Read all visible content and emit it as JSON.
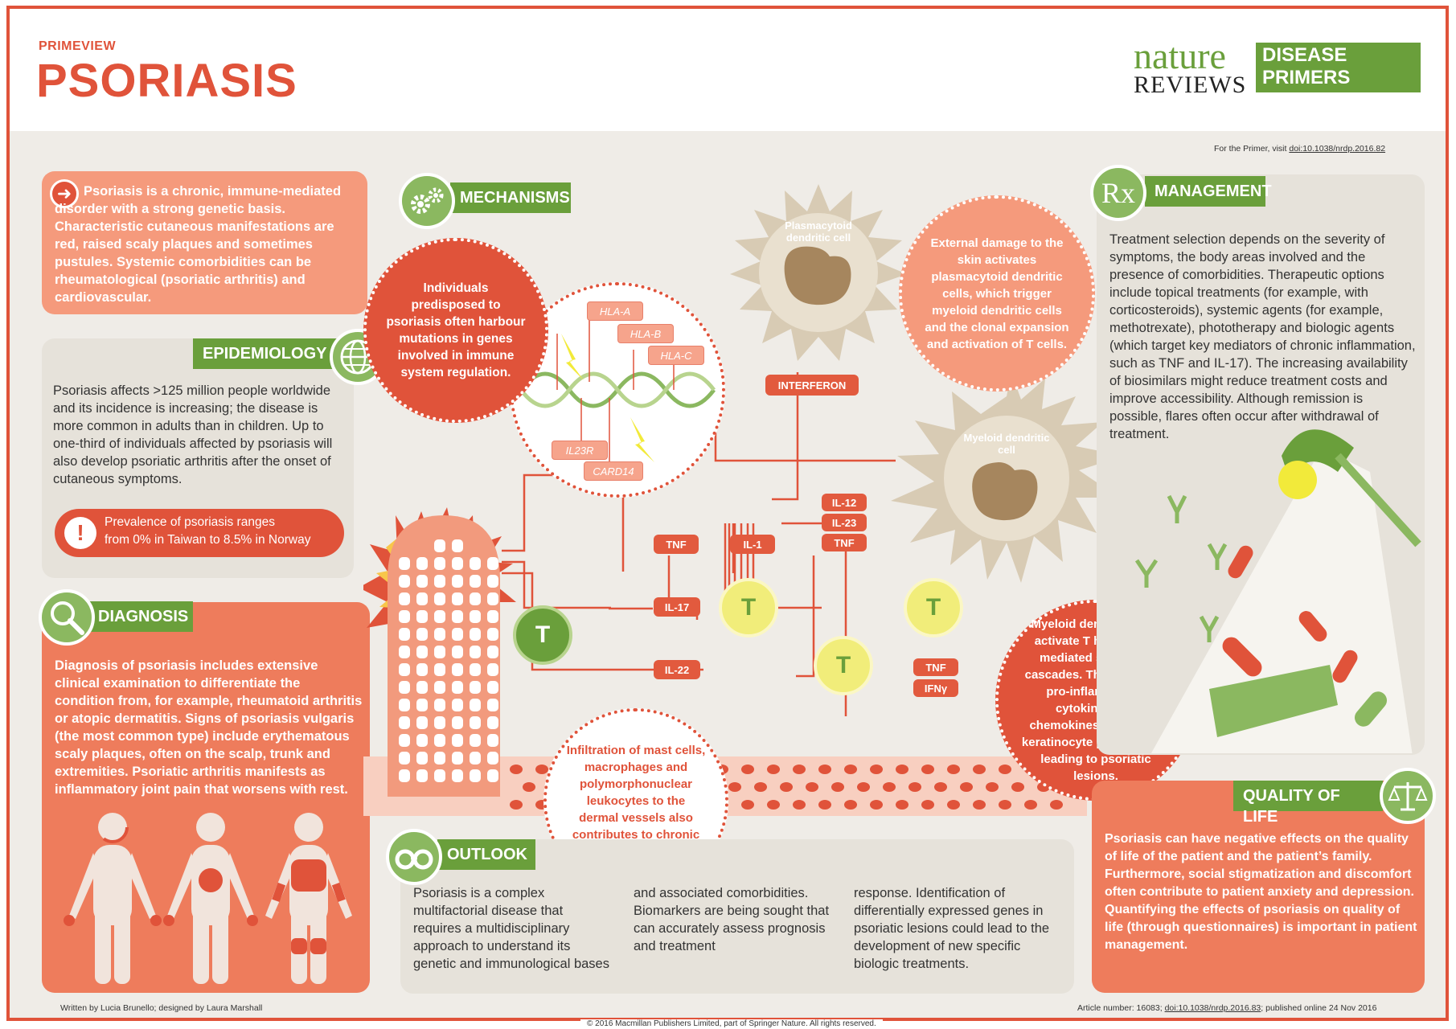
{
  "header": {
    "eyebrow": "PRIMEVIEW",
    "title": "PSORIASIS",
    "brand_nature": "nature",
    "brand_reviews": "REVIEWS",
    "brand_series_line1": "DISEASE",
    "brand_series_line2": "PRIMERS",
    "primer_prefix": "For the Primer, visit ",
    "primer_doi": "doi:10.1038/nrdp.2016.82"
  },
  "intro": {
    "text": "Psoriasis is a chronic, immune-mediated disorder with a strong genetic basis. Characteristic cutaneous manifestations are red, raised scaly plaques and sometimes pustules. Systemic comorbidities can be rheumatological (psoriatic arthritis) and cardiovascular."
  },
  "epidemiology": {
    "label": "EPIDEMIOLOGY",
    "text": "Psoriasis affects >125 million people worldwide and its incidence is increasing; the disease is more common in adults than in children. Up to one-third of individuals affected by psoriasis will also develop psoriatic arthritis after the onset of cutaneous symptoms.",
    "alert_line1": "Prevalence of psoriasis ranges",
    "alert_line2": "from 0% in Taiwan to 8.5% in Norway"
  },
  "diagnosis": {
    "label": "DIAGNOSIS",
    "text": "Diagnosis of psoriasis includes extensive clinical examination to differentiate the condition from, for example, rheumatoid arthritis or atopic dermatitis. Signs of psoriasis vulgaris (the most common type) include erythematous scaly plaques, often on the scalp, trunk and extremities. Psoriatic arthritis manifests as inflammatory joint pain that worsens with rest."
  },
  "mechanisms": {
    "label": "MECHANISMS",
    "genetic_bubble": "Individuals predisposed to psoriasis often harbour mutations in genes involved in immune system regulation.",
    "genes": [
      "HLA-A",
      "HLA-B",
      "HLA-C",
      "IL23R",
      "CARD14"
    ],
    "plasmacytoid_label": "Plasmacytoid dendritic cell",
    "external_bubble": "External damage to the skin activates plasmacytoid dendritic cells, which trigger myeloid dendritic cells and the clonal expansion and activation of T cells.",
    "interferon": "INTERFERON",
    "myeloid_label": "Myeloid dendritic cell",
    "cytokines": {
      "il12": "IL-12",
      "il23": "IL-23",
      "tnf_mdc": "TNF",
      "tnf_left": "TNF",
      "il1": "IL-1",
      "il17": "IL-17",
      "il22": "IL-22",
      "tnf_t3": "TNF",
      "ifng": "IFNγ"
    },
    "t_label": "T",
    "myeloid_bubble": "Myeloid dendritic cells activate T helper cell-mediated signalling cascades. The release of pro-inflammatory cytokines and chemokines stimulates keratinocyte proliferation, leading to psoriatic lesions.",
    "infiltration_bubble": "Infiltration of mast cells, macrophages and polymorphonuclear leukocytes to the dermal vessels also contributes to chronic inflammation."
  },
  "management": {
    "label": "MANAGEMENT",
    "rx": "Rx",
    "text": "Treatment selection depends on the severity of symptoms, the body areas involved and the presence of comorbidities. Therapeutic options include topical treatments (for example, with corticosteroids), systemic agents (for example, methotrexate), phototherapy and biologic agents (which target key mediators of chronic inflammation, such as TNF and IL-17). The increasing availability of biosimilars might reduce treatment costs and improve accessibility. Although remission is possible, flares often occur after withdrawal of treatment."
  },
  "outlook": {
    "label": "OUTLOOK",
    "col1": "Psoriasis is a complex multifactorial disease that requires a multidisciplinary approach to understand its genetic and immunological bases",
    "col2": "and associated comorbidities. Biomarkers are being sought that can accurately assess prognosis and treatment",
    "col3": "response. Identification of differentially expressed genes in psoriatic lesions could lead to the development of new specific biologic treatments."
  },
  "quality_of_life": {
    "label": "QUALITY OF LIFE",
    "text": "Psoriasis can have negative effects on the quality of life of the patient and the patient’s family. Furthermore, social stigmatization and discomfort often contribute to patient anxiety and depression. Quantifying the effects of psoriasis on quality of life (through questionnaires) is important in patient management."
  },
  "footer": {
    "credits": "Written by Lucia Brunello; designed by Laura Marshall",
    "article_prefix": "Article number: 16083; ",
    "article_doi": "doi:10.1038/nrdp.2016.83",
    "article_suffix": "; published online 24 Nov 2016",
    "copyright": "© 2016 Macmillan Publishers Limited, part of Springer Nature. All rights reserved."
  },
  "colors": {
    "accent_red": "#e0533a",
    "salmon": "#f59a7c",
    "green": "#6a9f3b",
    "light_green": "#8bb860",
    "panel_beige": "#e6e2da",
    "t_cell_yellow": "#f1ed7a"
  }
}
